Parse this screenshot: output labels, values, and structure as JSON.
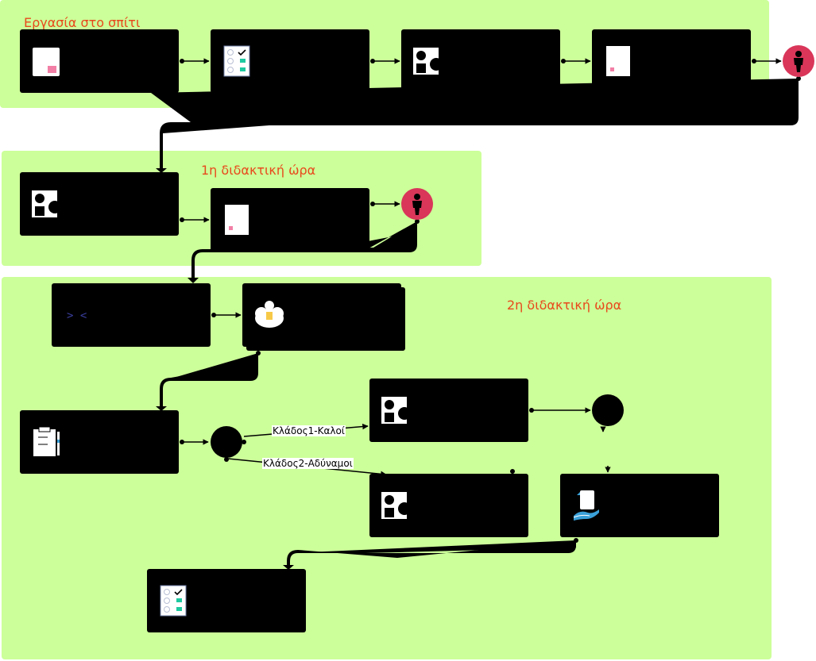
{
  "lanes": {
    "homework": {
      "title": "Εργασία στο σπίτι"
    },
    "lesson1": {
      "title": "1η διδακτική ώρα"
    },
    "lesson2": {
      "title": "2η διδακτική ώρα"
    }
  },
  "branches": {
    "good": "Κλάδος1-Καλοί",
    "weak": "Κλάδος2-Αδύναμοι"
  },
  "icons": {
    "note": "sticky-note-icon",
    "quiz": "quiz-checklist-icon",
    "groups": "group-shapes-icon",
    "doc": "document-icon",
    "person": "person-icon",
    "code": "code-brackets-icon",
    "forum": "forum-bubble-icon",
    "clipboard": "clipboard-pencil-icon",
    "handout": "handout-icon"
  },
  "colors": {
    "lane": "#ccff99",
    "lane_title": "#e8491d",
    "person_circle": "#d9365a",
    "pink": "#f27fa6",
    "teal": "#1ec9a0",
    "yellow": "#f7c948",
    "blue": "#3aa0d8"
  }
}
